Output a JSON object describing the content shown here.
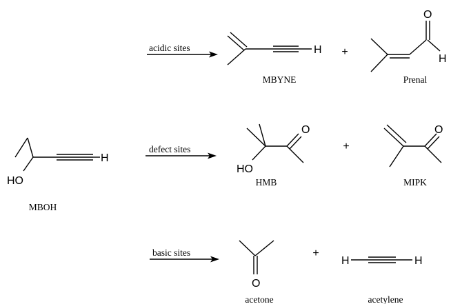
{
  "reactant": {
    "name": "MBOH",
    "atoms": {
      "h": "H",
      "oh": "HO"
    }
  },
  "pathways": [
    {
      "condition": "acidic sites",
      "products": [
        {
          "name": "MBYNE",
          "atoms": {
            "h": "H"
          }
        },
        {
          "name": "Prenal",
          "atoms": {
            "o": "O",
            "h": "H"
          }
        }
      ]
    },
    {
      "condition": "defect sites",
      "products": [
        {
          "name": "HMB",
          "atoms": {
            "oh": "HO",
            "o": "O"
          }
        },
        {
          "name": "MIPK",
          "atoms": {
            "o": "O"
          }
        }
      ]
    },
    {
      "condition": "basic sites",
      "products": [
        {
          "name": "acetone",
          "atoms": {
            "o": "O"
          }
        },
        {
          "name": "acetylene",
          "atoms": {
            "h1": "H",
            "h2": "H"
          }
        }
      ]
    }
  ],
  "plus_sign": "+"
}
